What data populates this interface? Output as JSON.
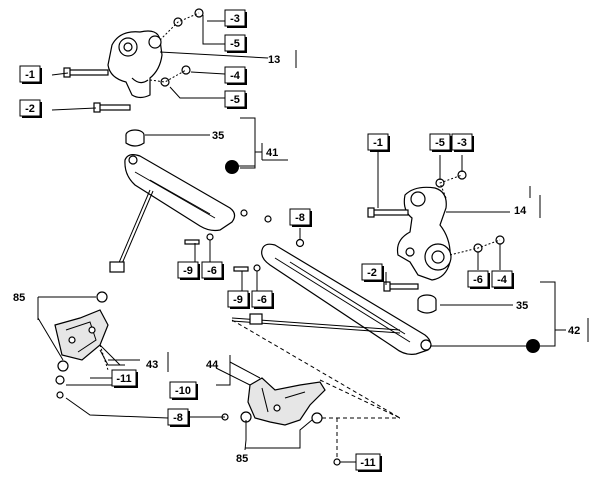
{
  "diagram": {
    "callouts": {
      "c1_top": "-1",
      "c2_top": "-2",
      "c3_top": "-3",
      "c4_top": "-4",
      "c5_top_a": "-5",
      "c5_top_b": "-5",
      "c13": "13",
      "c35_top": "35",
      "c41": "41",
      "c8_mid": "-8",
      "c9_a": "-9",
      "c6_a": "-6",
      "c9_b": "-9",
      "c6_b": "-6",
      "c85_left": "85",
      "c43": "43",
      "c11_left": "-11",
      "c10": "-10",
      "c8_low": "-8",
      "c44": "44",
      "c85_bottom": "85",
      "c11_bottom": "-11",
      "c1_right": "-1",
      "c5_right": "-5",
      "c3_right": "-3",
      "c14": "14",
      "c2_right": "-2",
      "c6_right": "-6",
      "c4_right": "-4",
      "c35_right": "35",
      "c42": "42"
    }
  }
}
